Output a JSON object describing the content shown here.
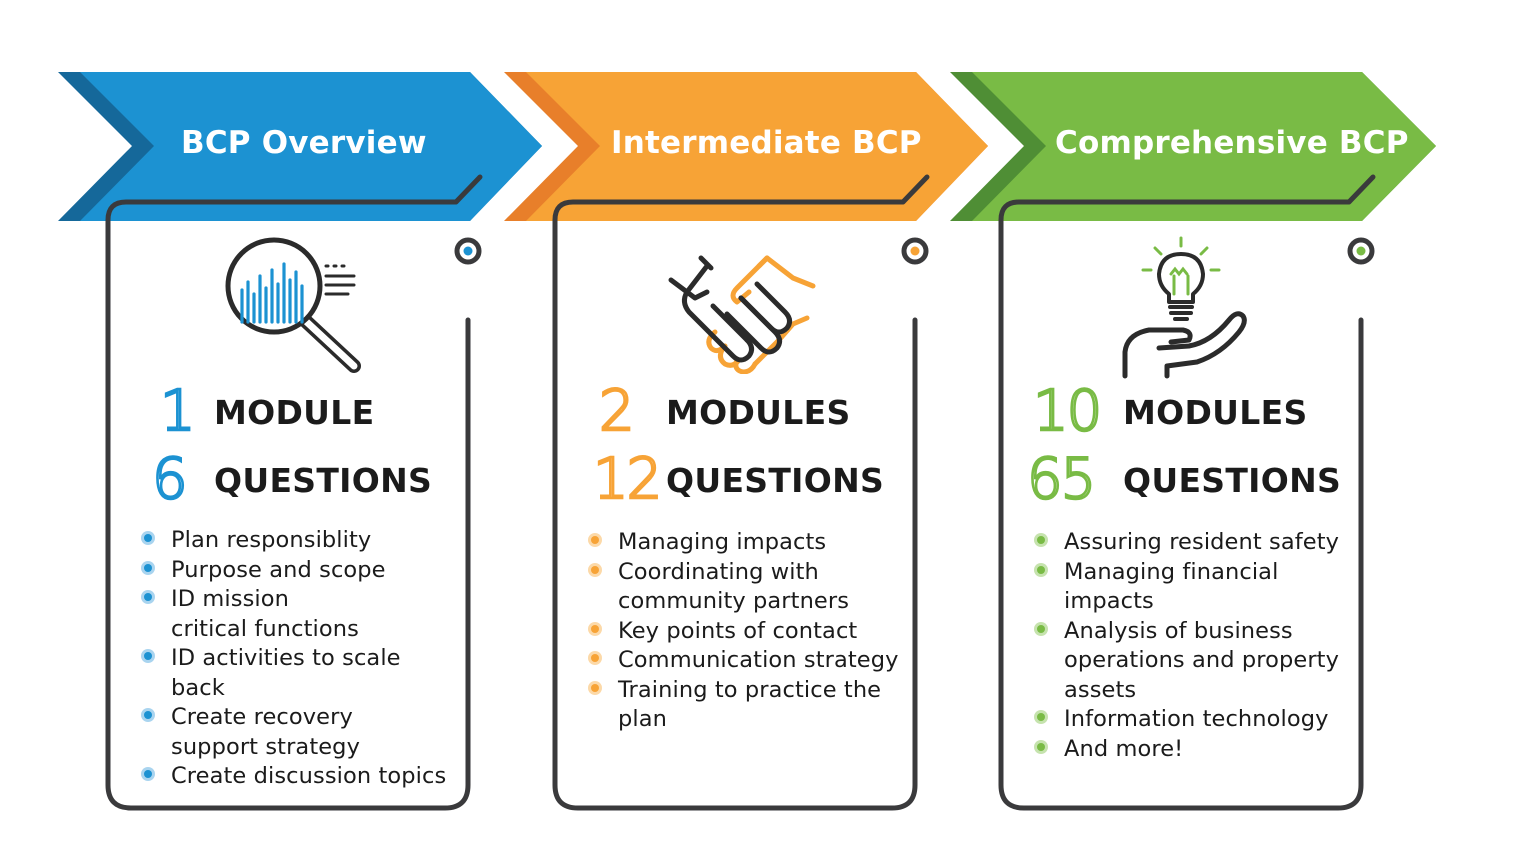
{
  "columns": [
    {
      "title": "BCP Overview",
      "modules_number": "1",
      "modules_label": "MODULE",
      "questions_number": "6",
      "questions_label": "QUESTIONS",
      "items": [
        "Plan responsiblity",
        "Purpose and scope",
        "ID mission critical functions",
        "ID activities to scale back",
        "Create recovery support strategy",
        "Create discussion topics"
      ],
      "color": "#1c92d2",
      "icon": "magnifying-glass-chart-icon"
    },
    {
      "title": "Intermediate BCP",
      "modules_number": "2",
      "modules_label": "MODULES",
      "questions_number": "12",
      "questions_label": "QUESTIONS",
      "items": [
        "Managing impacts",
        "Coordinating with community partners",
        "Key points of contact",
        "Communication strategy",
        "Training to practice the plan"
      ],
      "color": "#f7a336",
      "icon": "handshake-icon"
    },
    {
      "title": "Comprehensive BCP",
      "modules_number": "10",
      "modules_label": "MODULES",
      "questions_number": "65",
      "questions_label": "QUESTIONS",
      "items": [
        "Assuring resident safety",
        "Managing financial impacts",
        "Analysis of business operations and property assets",
        "Information technology",
        "And more!"
      ],
      "color": "#79bb45",
      "icon": "lightbulb-hand-icon"
    }
  ]
}
